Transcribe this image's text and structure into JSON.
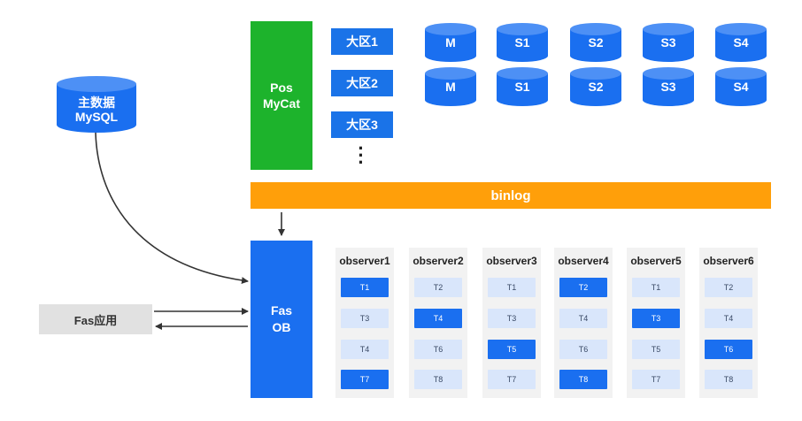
{
  "master_db": {
    "line1": "主数据",
    "line2": "MySQL"
  },
  "pos_mycat": {
    "line1": "Pos",
    "line2": "MyCat"
  },
  "regions": [
    "大区1",
    "大区2",
    "大区3"
  ],
  "db_rows": [
    [
      "M",
      "S1",
      "S2",
      "S3",
      "S4"
    ],
    [
      "M",
      "S1",
      "S2",
      "S3",
      "S4"
    ]
  ],
  "binlog": "binlog",
  "fas_ob": {
    "line1": "Fas",
    "line2": "OB"
  },
  "fas_app": "Fas应用",
  "observers": [
    {
      "name": "observer1",
      "tasks": [
        {
          "label": "T1",
          "active": true
        },
        {
          "label": "T3",
          "active": false
        },
        {
          "label": "T4",
          "active": false
        },
        {
          "label": "T7",
          "active": true
        }
      ]
    },
    {
      "name": "observer2",
      "tasks": [
        {
          "label": "T2",
          "active": false
        },
        {
          "label": "T4",
          "active": true
        },
        {
          "label": "T6",
          "active": false
        },
        {
          "label": "T8",
          "active": false
        }
      ]
    },
    {
      "name": "observer3",
      "tasks": [
        {
          "label": "T1",
          "active": false
        },
        {
          "label": "T3",
          "active": false
        },
        {
          "label": "T5",
          "active": true
        },
        {
          "label": "T7",
          "active": false
        }
      ]
    },
    {
      "name": "observer4",
      "tasks": [
        {
          "label": "T2",
          "active": true
        },
        {
          "label": "T4",
          "active": false
        },
        {
          "label": "T6",
          "active": false
        },
        {
          "label": "T8",
          "active": true
        }
      ]
    },
    {
      "name": "observer5",
      "tasks": [
        {
          "label": "T1",
          "active": false
        },
        {
          "label": "T3",
          "active": true
        },
        {
          "label": "T5",
          "active": false
        },
        {
          "label": "T7",
          "active": false
        }
      ]
    },
    {
      "name": "observer6",
      "tasks": [
        {
          "label": "T2",
          "active": false
        },
        {
          "label": "T4",
          "active": false
        },
        {
          "label": "T6",
          "active": true
        },
        {
          "label": "T8",
          "active": false
        }
      ]
    }
  ],
  "colors": {
    "blue": "#1a6ff0",
    "light_blue": "#d9e6fb",
    "green": "#1db32c",
    "orange": "#ff9f0a",
    "gray": "#e1e1e1",
    "observer_bg": "#f2f2f2"
  }
}
